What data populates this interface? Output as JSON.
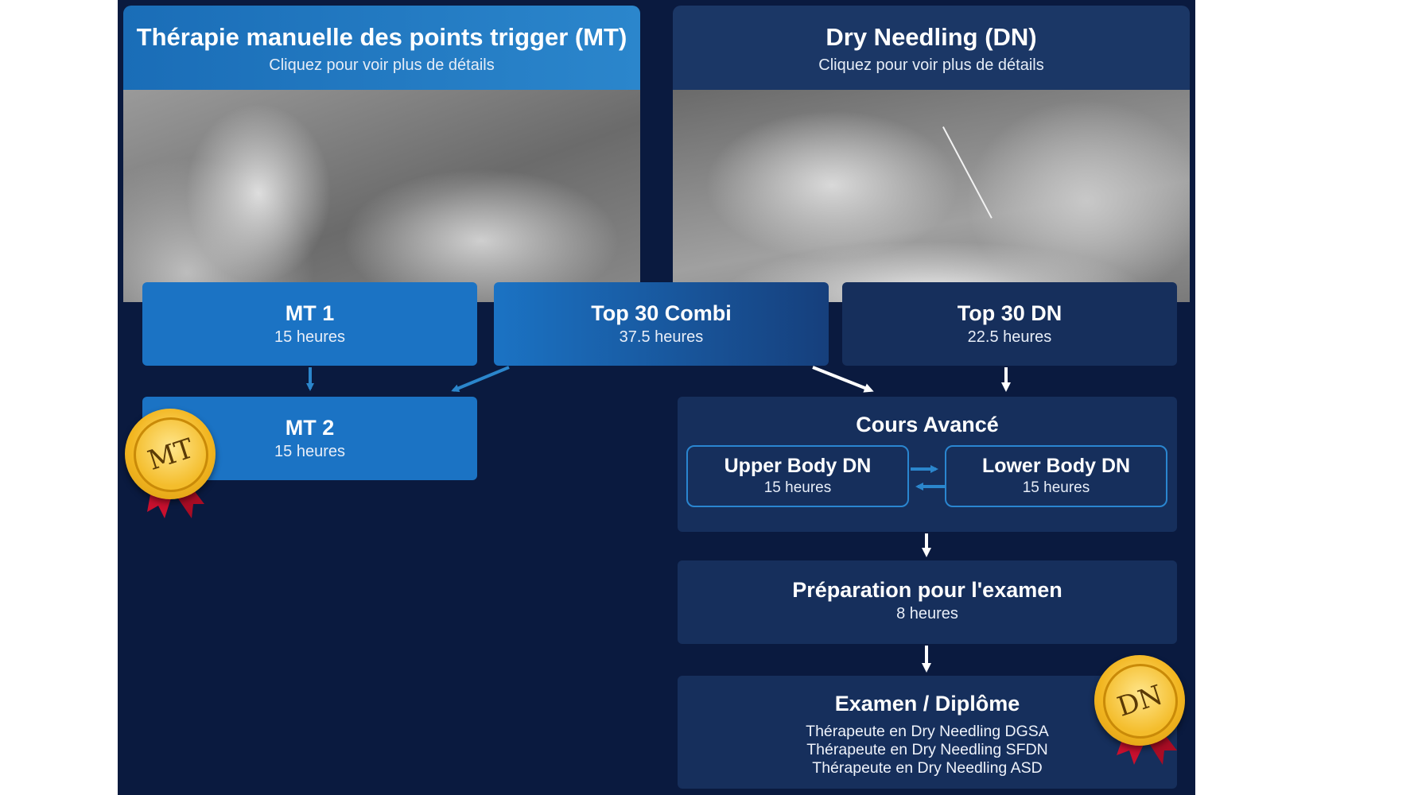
{
  "columns": {
    "mt": {
      "title": "Thérapie manuelle des points trigger (MT)",
      "subtitle": "Cliquez pour voir plus de détails"
    },
    "dn": {
      "title": "Dry Needling (DN)",
      "subtitle": "Cliquez pour voir plus de détails"
    }
  },
  "courses": {
    "mt1": {
      "title": "MT 1",
      "hours": "15 heures"
    },
    "top30_combi": {
      "title": "Top 30 Combi",
      "hours": "37.5 heures"
    },
    "top30_dn": {
      "title": "Top 30 DN",
      "hours": "22.5 heures"
    },
    "mt2": {
      "title": "MT 2",
      "hours": "15 heures"
    },
    "cours_avance": {
      "title": "Cours Avancé",
      "upper": {
        "title": "Upper Body DN",
        "hours": "15 heures"
      },
      "lower": {
        "title": "Lower Body DN",
        "hours": "15 heures"
      }
    },
    "preparation": {
      "title": "Préparation pour l'examen",
      "hours": "8 heures"
    },
    "examen": {
      "title": "Examen / Diplôme",
      "lines": [
        "Thérapeute en Dry Needling DGSA",
        "Thérapeute en Dry Needling SFDN",
        "Thérapeute en Dry Needling ASD"
      ]
    }
  },
  "medals": {
    "mt": "MT",
    "dn": "DN"
  },
  "colors": {
    "navy_bg": "#0a1a3f",
    "blue_box": "#1b73c4",
    "navy_box": "#162f5c",
    "gold": "#f2b621",
    "ribbon": "#c8102e"
  }
}
